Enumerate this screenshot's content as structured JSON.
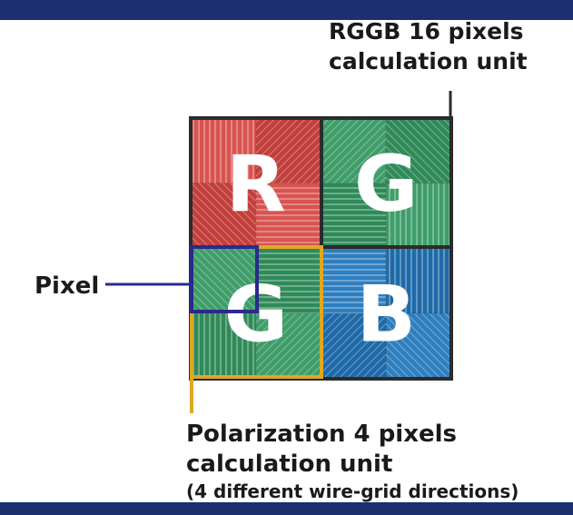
{
  "labels": {
    "rggb_line1": "RGGB 16 pixels",
    "rggb_line2": "calculation unit",
    "pixel": "Pixel",
    "polar_line1": "Polarization 4 pixels",
    "polar_line2": "calculation unit",
    "polar_line3": "(4 different wire-grid directions)"
  },
  "tiles": [
    {
      "letter": "R",
      "color": "#d9534f",
      "dark": "#c23f3b"
    },
    {
      "letter": "G",
      "color": "#3f9d6a",
      "dark": "#2f8a58"
    },
    {
      "letter": "G",
      "color": "#3f9d6a",
      "dark": "#2f8a58"
    },
    {
      "letter": "B",
      "color": "#2f7fbf",
      "dark": "#1f6aa8"
    }
  ],
  "colors": {
    "band": "#1c2f6e",
    "grid_border": "#2b2b2b",
    "pixel_outline": "#2a2a8c",
    "polar_outline": "#e0a820"
  }
}
